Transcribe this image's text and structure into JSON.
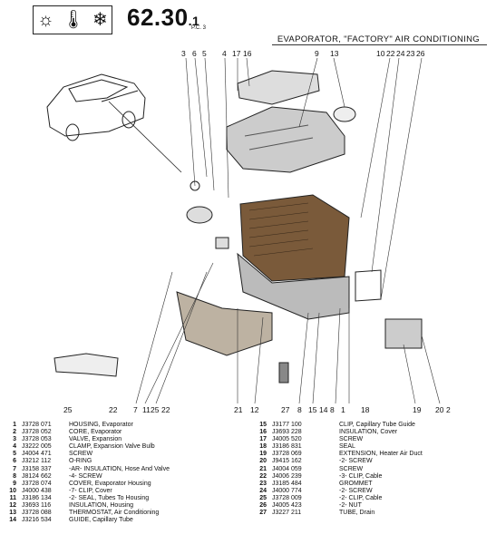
{
  "header": {
    "icons": [
      "sun-icon",
      "thermometer-icon",
      "snowflake-icon"
    ],
    "page_main": "62.30",
    "page_suffix": ".1",
    "page_sub": "P.C. 3",
    "title": "EVAPORATOR, \"FACTORY\" AIR CONDITIONING"
  },
  "callouts_top": [
    "3",
    "6",
    "5",
    "4",
    "17",
    "16",
    "9",
    "13",
    "10",
    "22",
    "24",
    "23",
    "26"
  ],
  "callouts_bottom": [
    "25",
    "22",
    "7",
    "11",
    "25",
    "22",
    "21",
    "12",
    "27",
    "8",
    "15",
    "14",
    "8",
    "1",
    "18",
    "19",
    "20",
    "2"
  ],
  "parts_left": [
    {
      "no": "1",
      "pn": "J3728 071",
      "desc": "HOUSING, Evaporator"
    },
    {
      "no": "2",
      "pn": "J3728 052",
      "desc": "CORE, Evaporator"
    },
    {
      "no": "3",
      "pn": "J3728 053",
      "desc": "VALVE, Expansion"
    },
    {
      "no": "4",
      "pn": "J3222 005",
      "desc": "CLAMP, Expansion Valve Bulb"
    },
    {
      "no": "5",
      "pn": "J4004 471",
      "desc": "SCREW"
    },
    {
      "no": "6",
      "pn": "J3212 112",
      "desc": "O-RING"
    },
    {
      "no": "7",
      "pn": "J3158 337",
      "desc": "-AR- INSULATION, Hose And Valve"
    },
    {
      "no": "8",
      "pn": "J8124 662",
      "desc": "-4- SCREW"
    },
    {
      "no": "9",
      "pn": "J3728 074",
      "desc": "COVER, Evaporator Housing"
    },
    {
      "no": "10",
      "pn": "J4000 438",
      "desc": "-7- CLIP, Cover"
    },
    {
      "no": "11",
      "pn": "J3186 134",
      "desc": "-2- SEAL, Tubes To Housing"
    },
    {
      "no": "12",
      "pn": "J3693 116",
      "desc": "INSULATION, Housing"
    },
    {
      "no": "13",
      "pn": "J3728 088",
      "desc": "THERMOSTAT, Air Conditioning"
    },
    {
      "no": "14",
      "pn": "J3216 534",
      "desc": "GUIDE, Capillary Tube"
    }
  ],
  "parts_right": [
    {
      "no": "15",
      "pn": "J3177 100",
      "desc": "CLIP, Capillary Tube Guide"
    },
    {
      "no": "16",
      "pn": "J3693 228",
      "desc": "INSULATION, Cover"
    },
    {
      "no": "17",
      "pn": "J4005 520",
      "desc": "SCREW"
    },
    {
      "no": "18",
      "pn": "J3186 831",
      "desc": "SEAL"
    },
    {
      "no": "19",
      "pn": "J3728 069",
      "desc": "EXTENSION, Heater Air Duct"
    },
    {
      "no": "20",
      "pn": "J9415 162",
      "desc": "-2- SCREW"
    },
    {
      "no": "21",
      "pn": "J4004 059",
      "desc": "SCREW"
    },
    {
      "no": "22",
      "pn": "J4006 239",
      "desc": "-3- CLIP, Cable"
    },
    {
      "no": "23",
      "pn": "J3185 484",
      "desc": "GROMMET"
    },
    {
      "no": "24",
      "pn": "J4000 774",
      "desc": "-2- SCREW"
    },
    {
      "no": "25",
      "pn": "J3728 009",
      "desc": "-2- CLIP, Cable"
    },
    {
      "no": "26",
      "pn": "J4005 423",
      "desc": "-2- NUT"
    },
    {
      "no": "27",
      "pn": "J3227 211",
      "desc": "TUBE, Drain"
    }
  ]
}
